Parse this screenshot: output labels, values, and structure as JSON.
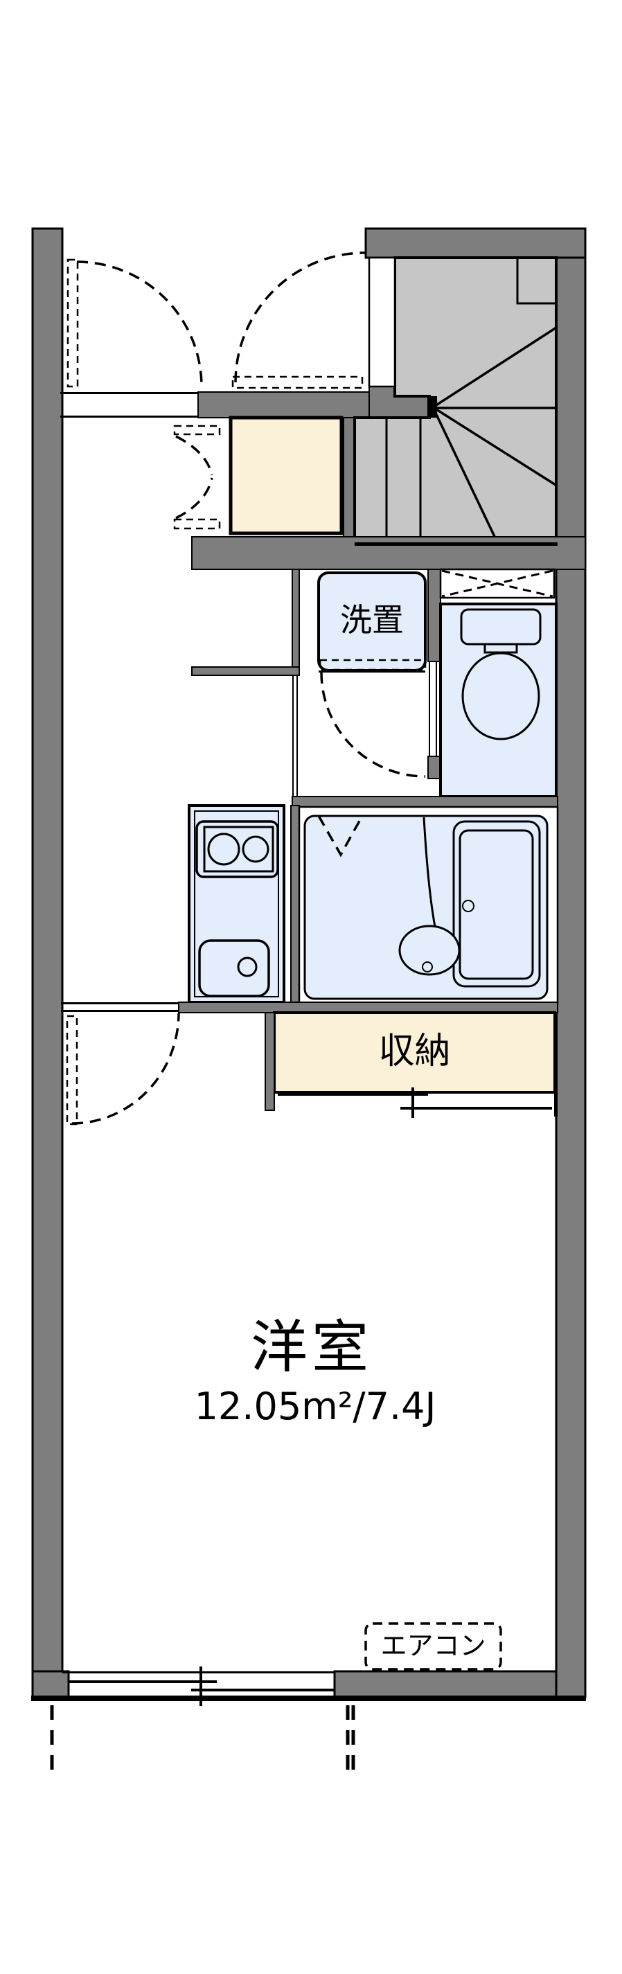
{
  "labels": {
    "laundry": "洗置",
    "storage": "収納",
    "main_room": "洋室",
    "main_room_area": "12.05m²/7.4J",
    "aircon": "エアコン"
  },
  "colors": {
    "wall": "#7e7e7e",
    "stair": "#c6c6c6",
    "fixture": "#e4edfb",
    "genkan": "#fbf1d9",
    "storage": "#fbf1d9",
    "line": "#000000",
    "bg": "#ffffff"
  }
}
